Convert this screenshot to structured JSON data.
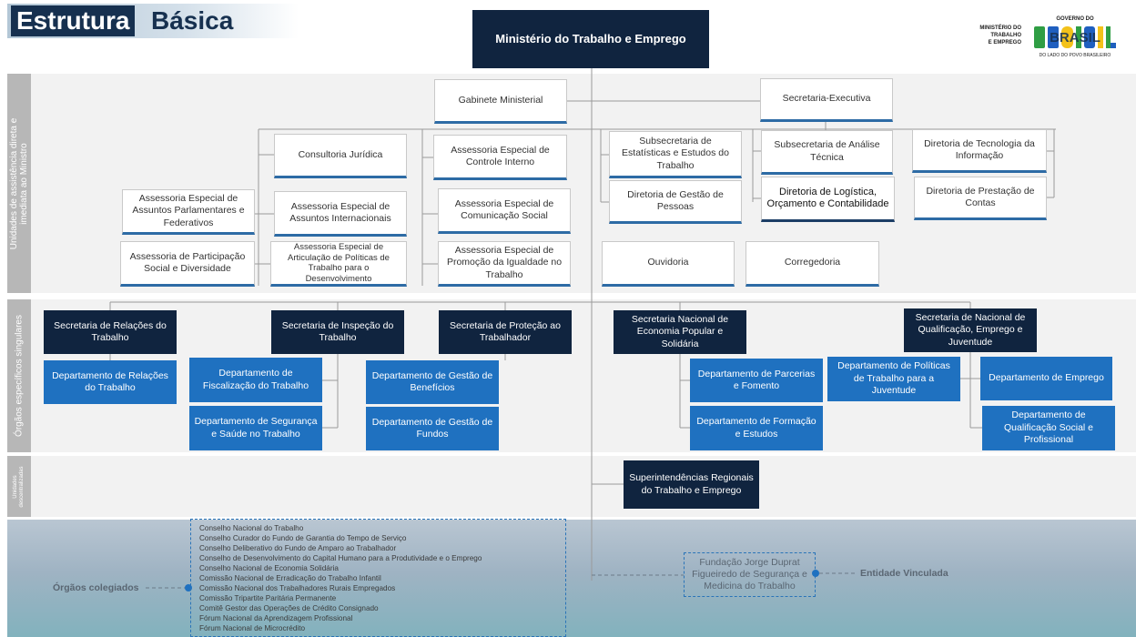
{
  "title": {
    "part1": "Estrutura",
    "part2": "Básica"
  },
  "logos": {
    "ministry": [
      "MINISTÉRIO DO",
      "TRABALHO",
      "E EMPREGO"
    ],
    "gov_top": "GOVERNO DO",
    "gov_word": "BRASIL",
    "gov_sub": "DO LADO DO POVO BRASILEIRO",
    "colors": {
      "green": "#2f9e44",
      "yellow": "#f3c21a",
      "blue": "#1f5fbf",
      "navy": "#16304f"
    }
  },
  "sections": {
    "assistencia": "Unidades de assistência direta e\nimediata ao Ministro",
    "especificos": "Órgãos específicos singulares",
    "descentralizadas": "Unidades\ndescentralizadas"
  },
  "ministry": "Ministério do Trabalho e Emprego",
  "assistencia": {
    "gabinete": "Gabinete Ministerial",
    "consultoria": "Consultoria Jurídica",
    "controle_interno": "Assessoria Especial de Controle Interno",
    "parlamentares": "Assessoria Especial de Assuntos Parlamentares e Federativos",
    "internacionais": "Assessoria Especial de Assuntos Internacionais",
    "comunicacao": "Assessoria Especial de Comunicação Social",
    "participacao": "Assessoria de Participação Social e Diversidade",
    "articulacao": "Assessoria Especial de Articulação de Políticas de Trabalho para o Desenvolvimento",
    "igualdade": "Assessoria Especial de Promoção da Igualdade no Trabalho",
    "secretaria_executiva": "Secretaria-Executiva",
    "subsec_estatisticas": "Subsecretaria de Estatísticas e Estudos do Trabalho",
    "subsec_analise": "Subsecretaria de Análise Técnica",
    "dir_tecnologia": "Diretoria de Tecnologia da Informação",
    "dir_pessoas": "Diretoria de Gestão de Pessoas",
    "dir_logistica": "Diretoria de Logística, Orçamento e Contabilidade",
    "dir_contas": "Diretoria de Prestação de Contas",
    "ouvidoria": "Ouvidoria",
    "corregedoria": "Corregedoria"
  },
  "especificos": {
    "sec_relacoes": "Secretaria de Relações do Trabalho",
    "dep_relacoes": "Departamento de Relações do Trabalho",
    "sec_inspecao": "Secretaria de Inspeção do Trabalho",
    "dep_fiscalizacao": "Departamento de Fiscalização do Trabalho",
    "dep_seguranca": "Departamento de Segurança e Saúde no Trabalho",
    "sec_protecao": "Secretaria de Proteção ao Trabalhador",
    "dep_beneficios": "Departamento de Gestão de Benefícios",
    "dep_fundos": "Departamento de Gestão de Fundos",
    "sec_economia": "Secretaria Nacional de Economia Popular e Solidária",
    "dep_parcerias": "Departamento de Parcerias e Fomento",
    "dep_formacao": "Departamento de Formação e Estudos",
    "sec_qualificacao": "Secretaria de Nacional de Qualificação, Emprego e Juventude",
    "dep_juventude": "Departamento de Políticas de Trabalho para a Juventude",
    "dep_emprego": "Departamento de Emprego",
    "dep_qualificacao": "Departamento de Qualificação Social e Profissional"
  },
  "descentralizadas": {
    "superintendencias": "Superintendências Regionais do Trabalho e Emprego"
  },
  "colegiados": {
    "label": "Órgãos colegiados",
    "items": [
      "Conselho Nacional do Trabalho",
      "Conselho Curador do Fundo de Garantia do Tempo de Serviço",
      "Conselho Deliberativo do Fundo de Amparo ao Trabalhador",
      "Conselho de Desenvolvimento do Capital Humano para a Produtividade e o Emprego",
      "Conselho Nacional de Economia Solidária",
      "Comissão Nacional de Erradicação do Trabalho Infantil",
      "Comissão Nacional dos Trabalhadores Rurais Empregados",
      "Comissão Tripartite Paritária Permanente",
      "Comitê Gestor das Operações de Crédito Consignado",
      "Fórum Nacional da Aprendizagem Profissional",
      "Fórum Nacional de Microcrédito"
    ]
  },
  "vinculada": {
    "label": "Entidade Vinculada",
    "fundacao": "Fundação Jorge Duprat Figueiredo de Segurança e Medicina do Trabalho"
  }
}
